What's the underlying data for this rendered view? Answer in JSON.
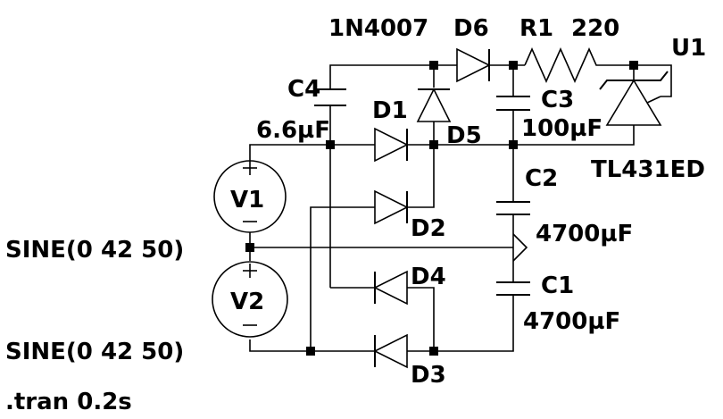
{
  "title": "",
  "colors": {
    "wire": "#000000",
    "background": "#ffffff"
  },
  "components": {
    "c4": {
      "name": "C4",
      "value": "6.6µF"
    },
    "c3": {
      "name": "C3",
      "value": "100µF"
    },
    "c2": {
      "name": "C2",
      "value": "4700µF"
    },
    "c1": {
      "name": "C1",
      "value": "4700µF"
    },
    "d6": {
      "name": "D6",
      "model": "1N4007"
    },
    "d1": {
      "name": "D1"
    },
    "d5": {
      "name": "D5"
    },
    "d2": {
      "name": "D2"
    },
    "d4": {
      "name": "D4"
    },
    "d3": {
      "name": "D3"
    },
    "r1": {
      "name": "R1",
      "value": "220"
    },
    "u1": {
      "name": "U1",
      "model": "TL431ED"
    },
    "v1": {
      "name": "V1",
      "value": "SINE(0 42 50)"
    },
    "v2": {
      "name": "V2",
      "value": "SINE(0 42 50)"
    }
  },
  "directive": ".tran 0.2s"
}
